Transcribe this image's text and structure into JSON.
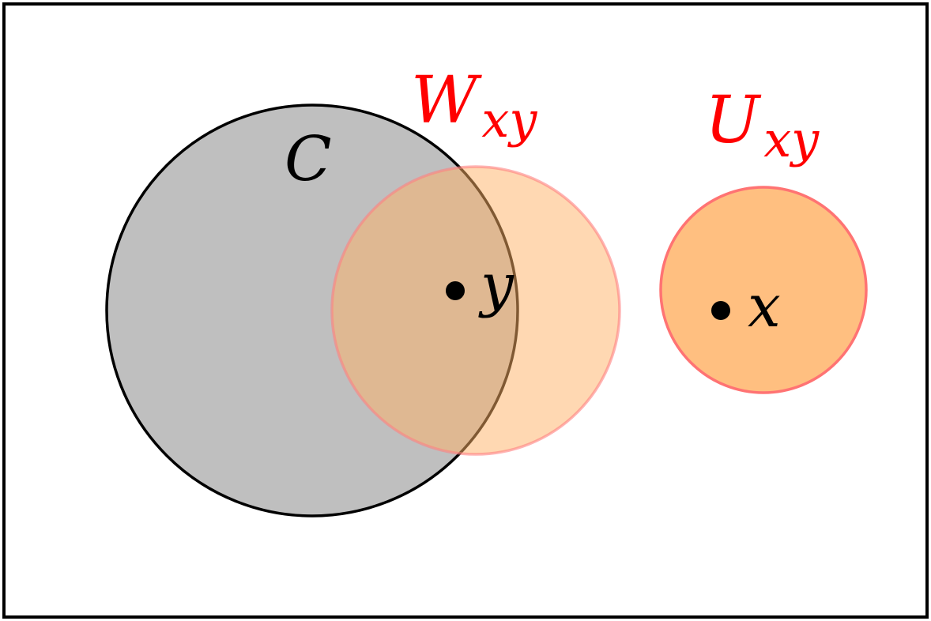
{
  "diagram": {
    "sets": {
      "c": {
        "label": "C",
        "fill": "#bfbfbf",
        "stroke": "#000000"
      },
      "w": {
        "label_main": "W",
        "label_sub": "xy",
        "fill": "#fdc68e",
        "stroke": "#f08080",
        "label_color": "#ff0000"
      },
      "u": {
        "label_main": "U",
        "label_sub": "xy",
        "fill": "#ffbf80",
        "stroke": "#ff7070",
        "label_color": "#ff0000"
      }
    },
    "points": {
      "y": {
        "label": "y"
      },
      "x": {
        "label": "x"
      }
    },
    "frame_color": "#000000"
  }
}
